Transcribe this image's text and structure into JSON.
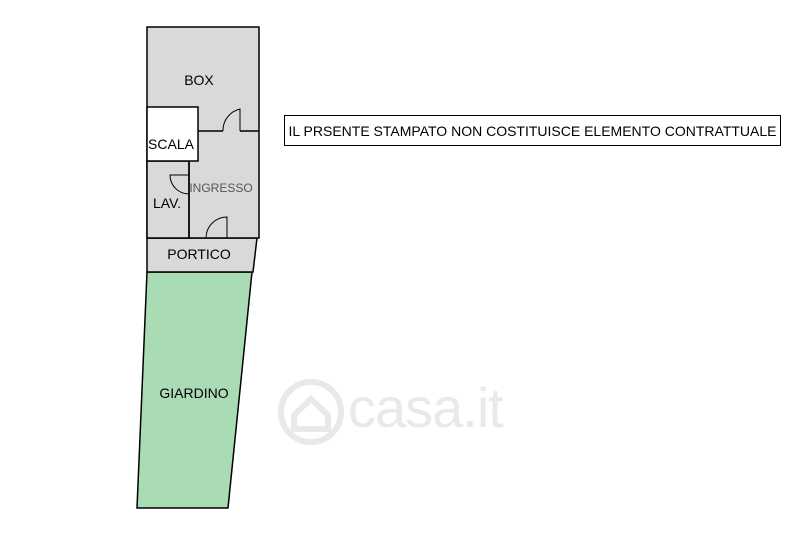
{
  "floorplan": {
    "rooms": {
      "box": "BOX",
      "scala": "SCALA",
      "ingresso": "INGRESSO",
      "lav": "LAV.",
      "portico": "PORTICO",
      "giardino": "GIARDINO"
    },
    "colors": {
      "room_fill": "#d9d9d9",
      "garden_fill": "#a9dbb5",
      "wall": "#000000"
    }
  },
  "notice": {
    "text": "IL PRSENTE STAMPATO NON COSTITUISCE ELEMENTO CONTRATTUALE"
  },
  "watermark": {
    "text": "casa.it",
    "icon": "house-icon"
  }
}
